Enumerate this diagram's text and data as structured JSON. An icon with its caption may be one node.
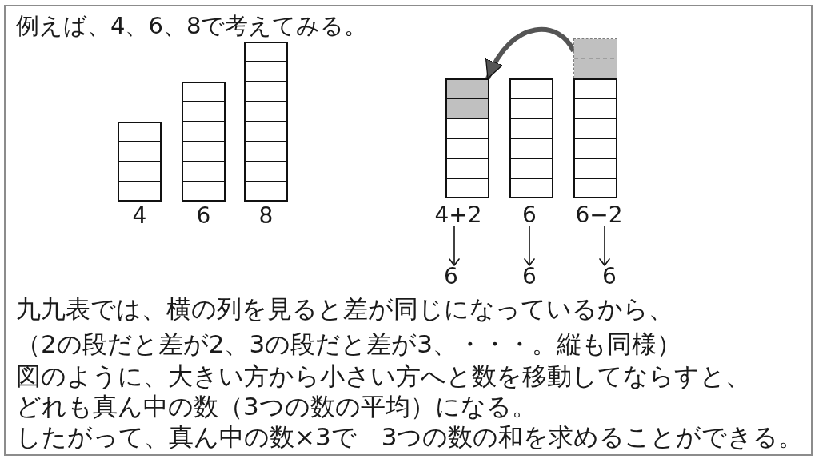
{
  "diagram": {
    "nodes": [
      {
        "text": [],
        "shape": "bar",
        "beside": [
          "4"
        ]
      },
      {
        "text": [],
        "shape": "bar",
        "beside": [
          "6"
        ]
      },
      {
        "text": [],
        "shape": "bar",
        "beside": [
          "8"
        ]
      },
      {
        "text": [],
        "shape": "bar"
      },
      {
        "text": [],
        "shape": "bar"
      },
      {
        "text": [],
        "shape": "bar"
      },
      {
        "text": [],
        "shape": "bar"
      },
      {
        "text": [
          "4+2"
        ]
      },
      {
        "text": [
          "6"
        ]
      },
      {
        "text": [
          "6−2"
        ]
      },
      {
        "text": [
          "6"
        ]
      },
      {
        "text": [
          "6"
        ]
      },
      {
        "text": [
          "6"
        ]
      }
    ],
    "edges": [
      {
        "from": 5,
        "to": 3,
        "arrow": "to",
        "style": "thick",
        "color": "#555555"
      },
      {
        "from": 7,
        "to": 10,
        "arrow": "to"
      },
      {
        "from": 8,
        "to": 11,
        "arrow": "to"
      },
      {
        "from": 9,
        "to": 12,
        "arrow": "to"
      }
    ],
    "labels": [
      "例えば、4、6、8で考えてみる。",
      "九九表では、横の列を見ると差が同じになっているから、",
      "（2の段だと差が2、3の段だと差が3、・・・。縦も同様）",
      "図のように、大きい方から小さい方へと数を移動してならすと、",
      "どれも真ん中の数（3つの数の平均）になる。",
      "したがって、真ん中の数×3で　3つの数の和を求めることができる。"
    ]
  }
}
